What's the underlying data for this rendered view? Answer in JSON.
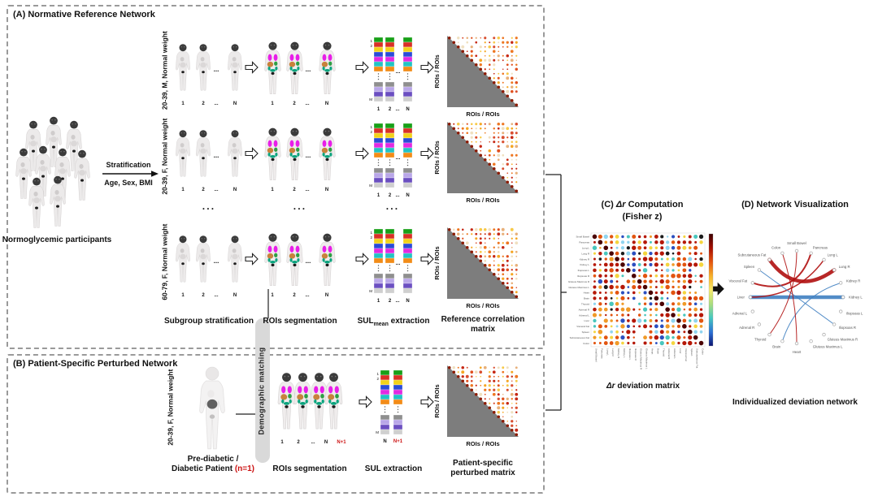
{
  "panel_a": {
    "title": "(A) Normative Reference Network",
    "participants_label": "Normoglycemic participants",
    "stratification_label": "Stratification",
    "stratification_criteria": "Age, Sex, BMI",
    "subgroups": [
      "20-39, M, Normal weight",
      "20-39, F, Normal weight",
      "60-79, F, Normal weight"
    ],
    "row_ellipsis": "···",
    "index_labels": {
      "one": "1",
      "two": "2",
      "dots": "...",
      "n": "N",
      "m": "M",
      "n_plus": "N+1"
    },
    "axis_label": "ROIs / ROIs",
    "stage_labels": {
      "stratification": "Subgroup stratification",
      "segmentation": "ROIs segmentation",
      "sul_main": "SUL",
      "sul_sub": "mean",
      "sul_rest": " extraction",
      "matrix": "Reference correlation matrix"
    }
  },
  "panel_b": {
    "title": "(B) Patient-Specific Perturbed Network",
    "subgroup": "20-39, F, Normal weight",
    "patient_line1": "Pre-diabetic /",
    "patient_line2": "Diabetic Patient ",
    "patient_n": "(n=1)",
    "demographic_label": "Demographic matching",
    "stage_labels": {
      "segmentation": "ROIs segmentation",
      "sul": "SUL extraction",
      "matrix": "Patient-specific perturbed matrix"
    }
  },
  "panel_c": {
    "title_prefix": "(C) ",
    "title_italic": "Δr",
    "title_rest": " Computation",
    "title_line2": "(Fisher z)",
    "caption_italic": "Δr",
    "caption_rest": " deviation matrix"
  },
  "panel_d": {
    "title": "(D) Network Visualization",
    "caption": "Individualized deviation network",
    "nodes": [
      "Small Bowel",
      "Pancreas",
      "Lung L",
      "Lung R",
      "Kidney R",
      "Kidney L",
      "Iliopsoas L",
      "Iliopsoas R",
      "Gluteus Maximus R",
      "Gluteus Maximus L",
      "Heart",
      "Brain",
      "Thyroid",
      "Adrenal R",
      "Adrenal L",
      "Liver",
      "Visceral Fat",
      "Spleen",
      "Subcutaneous Fat",
      "Colon"
    ],
    "edges": [
      {
        "from": "Subcutaneous Fat",
        "to": "Lung R",
        "color": "#b01010",
        "width": 4.5
      },
      {
        "from": "Visceral Fat",
        "to": "Pancreas",
        "color": "#b01010",
        "width": 2
      },
      {
        "from": "Liver",
        "to": "Kidney L",
        "color": "#3f7fc1",
        "width": 4.5
      },
      {
        "from": "Liver",
        "to": "Lung L",
        "color": "#b01010",
        "width": 1.5
      },
      {
        "from": "Spleen",
        "to": "Iliopsoas R",
        "color": "#3f7fc1",
        "width": 1
      },
      {
        "from": "Thyroid",
        "to": "Small Bowel",
        "color": "#b01010",
        "width": 1
      },
      {
        "from": "Brain",
        "to": "Kidney R",
        "color": "#3f7fc1",
        "width": 1
      },
      {
        "from": "Heart",
        "to": "Colon",
        "color": "#b01010",
        "width": 1
      }
    ]
  },
  "palette": {
    "sul_blocks": [
      "#18a018",
      "#d93025",
      "#f2d21a",
      "#2a4bd7",
      "#e12ae1",
      "#22c3c3",
      "#f28c18",
      "#8f8f8f",
      "#b9a7e8",
      "#6b4fc1",
      "#cfcfcf"
    ],
    "warm_dots": [
      "#c62815",
      "#e0501e",
      "#ee7722",
      "#f5a623",
      "#f7c948",
      "#e8b07a",
      "#d94f30",
      "#f0e0c0"
    ],
    "gray_triangle": "#7d7d7d",
    "heatmap_scale": [
      "#4a0000",
      "#b51807",
      "#e2540f",
      "#f09a28",
      "#f4d53e",
      "#49c6bd",
      "#8fd4ef",
      "#2b4fc0",
      "#1a1a1a"
    ],
    "colorbar": [
      "#3d0000",
      "#a80f00",
      "#e4540e",
      "#f7b32b",
      "#f7ea6a",
      "#a8dd80",
      "#45c8c0",
      "#2b6fd4",
      "#0b1470"
    ],
    "edge_positive": "#b01010",
    "edge_negative": "#3f7fc1",
    "highlight_red": "#cc1111"
  }
}
